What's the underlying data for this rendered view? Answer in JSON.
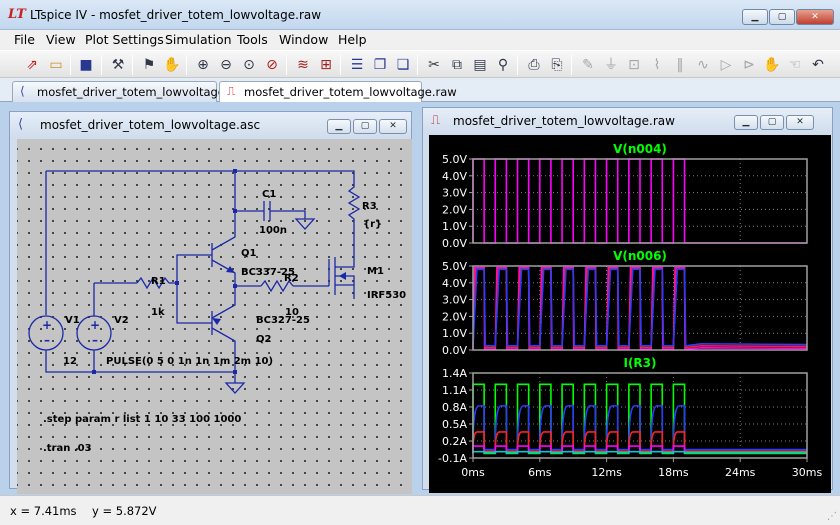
{
  "window": {
    "title": "LTspice IV - mosfet_driver_totem_lowvoltage.raw",
    "app_icon": "ltspice-logo"
  },
  "menu": [
    "File",
    "View",
    "Plot Settings",
    "Simulation",
    "Tools",
    "Window",
    "Help"
  ],
  "toolbar_icons": [
    "new-schematic-icon",
    "open-icon",
    "save-icon",
    "control-panel-icon",
    "run-icon",
    "halt-icon",
    "zoom-in-icon",
    "zoom-out-icon",
    "zoom-fit-icon",
    "zoom-cancel-icon",
    "autorange-icon",
    "manual-limits-icon",
    "tile-horizontal-icon",
    "cascade-icon",
    "tile-vertical-icon",
    "cut-icon",
    "copy-icon",
    "paste-icon",
    "find-icon",
    "print-preview-icon",
    "print-icon",
    "pencil-icon",
    "ground-icon",
    "label-net-icon",
    "resistor-icon",
    "capacitor-icon",
    "inductor-icon",
    "diode-icon",
    "component-icon",
    "move-icon",
    "drag-icon",
    "undo-icon"
  ],
  "tabs": [
    {
      "label": "mosfet_driver_totem_lowvoltage.asc",
      "icon": "schematic-icon",
      "active": false
    },
    {
      "label": "mosfet_driver_totem_lowvoltage.raw",
      "icon": "waveform-icon",
      "active": true
    }
  ],
  "schematic": {
    "title": "mosfet_driver_totem_lowvoltage.asc",
    "components": {
      "c1": {
        "name": "C1",
        "value": "100n"
      },
      "r3": {
        "name": "R3",
        "value": "{r}"
      },
      "q1": {
        "name": "Q1",
        "model": "BC337-25"
      },
      "q2": {
        "name": "Q2",
        "model": "BC327-25"
      },
      "r1": {
        "name": "R1",
        "value": "1k"
      },
      "r2": {
        "name": "R2",
        "value": "10"
      },
      "m1": {
        "name": "M1",
        "model": "IRF530"
      },
      "v1": {
        "name": "V1",
        "value": "12"
      },
      "v2": {
        "name": "V2",
        "value": "PULSE(0 5 0 1n 1n 1m 2m 10)"
      }
    },
    "directives": [
      ".step param r list 1 10 33 100 1000",
      ".tran .03"
    ]
  },
  "waveform": {
    "title": "mosfet_driver_totem_lowvoltage.raw",
    "colors": {
      "background": "#000000",
      "frame": "#a0a0a0",
      "grid": "#808080",
      "label": "#00ff00",
      "tick_text": "#ffffff"
    }
  },
  "chart_data": [
    {
      "type": "line",
      "title": "V(n004)",
      "ylabel": "V",
      "xlabel": "",
      "x_ticks": [],
      "y_ticks": [
        "5.0V",
        "4.0V",
        "3.0V",
        "2.0V",
        "1.0V",
        "0.0V"
      ],
      "ylim": [
        0,
        5
      ],
      "xlim": [
        0,
        30
      ],
      "x_unit": "ms",
      "grid": true,
      "series": [
        {
          "color": "#ff00ff",
          "shape": "square",
          "high": 5.0,
          "low": 0.0,
          "period": 2,
          "duty": 0.5,
          "pulses": 10,
          "rise": 0,
          "tail": 0
        }
      ]
    },
    {
      "type": "line",
      "title": "V(n006)",
      "ylabel": "V",
      "xlabel": "",
      "x_ticks": [],
      "y_ticks": [
        "5.0V",
        "4.0V",
        "3.0V",
        "2.0V",
        "1.0V",
        "0.0V"
      ],
      "ylim": [
        0,
        5
      ],
      "xlim": [
        0,
        30
      ],
      "x_unit": "ms",
      "grid": true,
      "series": [
        {
          "color": "#ff00ff",
          "shape": "square",
          "high": 4.9,
          "low": 0.05,
          "period": 2,
          "duty": 0.5,
          "pulses": 10,
          "rise": 0.15,
          "tail": 0.08
        },
        {
          "color": "#ff2020",
          "shape": "square",
          "high": 4.85,
          "low": 0.15,
          "period": 2,
          "duty": 0.5,
          "pulses": 10,
          "rise": 0.25,
          "tail": 0.1
        },
        {
          "color": "#2a3cff",
          "shape": "square",
          "high": 4.8,
          "low": 0.25,
          "period": 2,
          "duty": 0.5,
          "pulses": 10,
          "rise": 0.35,
          "tail": 0.12
        }
      ]
    },
    {
      "type": "line",
      "title": "I(R3)",
      "ylabel": "A",
      "xlabel": "",
      "x_ticks": [
        "0ms",
        "6ms",
        "12ms",
        "18ms",
        "24ms",
        "30ms"
      ],
      "y_ticks": [
        "1.4A",
        "1.1A",
        "0.8A",
        "0.5A",
        "0.2A",
        "-0.1A"
      ],
      "ylim": [
        -0.1,
        1.4
      ],
      "xlim": [
        0,
        30
      ],
      "x_unit": "ms",
      "grid": true,
      "series": [
        {
          "color": "#00ff00",
          "shape": "square",
          "high": 1.2,
          "low": -0.02,
          "period": 2,
          "duty": 0.5,
          "pulses": 10,
          "rise": 0,
          "tail": 0
        },
        {
          "color": "#2a3cff",
          "shape": "curve",
          "high": 0.82,
          "low": 0.05,
          "period": 2,
          "duty": 0.5,
          "pulses": 10,
          "rise": 0.4,
          "tail": 0
        },
        {
          "color": "#ff2020",
          "shape": "curve",
          "high": 0.36,
          "low": 0.02,
          "period": 2,
          "duty": 0.5,
          "pulses": 10,
          "rise": 0.3,
          "tail": 0
        },
        {
          "color": "#ff00ff",
          "shape": "square",
          "high": 0.11,
          "low": 0.0,
          "period": 2,
          "duty": 0.5,
          "pulses": 10,
          "rise": 0,
          "tail": 0
        },
        {
          "color": "#00c8e0",
          "shape": "square",
          "high": 0.012,
          "low": 0.0,
          "period": 2,
          "duty": 0.5,
          "pulses": 10,
          "rise": 0,
          "tail": 0
        }
      ]
    }
  ],
  "status": {
    "x_readout": "x = 7.41ms",
    "y_readout": "y = 5.872V"
  }
}
